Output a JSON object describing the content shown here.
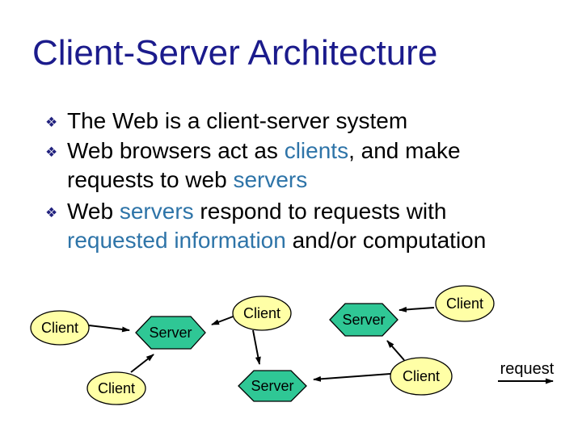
{
  "slide": {
    "title": "Client-Server Architecture",
    "bullets": [
      {
        "lines": [
          {
            "segments": [
              {
                "text": "The Web is a client-server system",
                "emphasis": false
              }
            ]
          }
        ]
      },
      {
        "lines": [
          {
            "segments": [
              {
                "text": "Web browsers act as ",
                "emphasis": false
              },
              {
                "text": "clients",
                "emphasis": true
              },
              {
                "text": ", and make",
                "emphasis": false
              }
            ]
          },
          {
            "segments": [
              {
                "text": "requests to web ",
                "emphasis": false
              },
              {
                "text": "servers",
                "emphasis": true
              }
            ]
          }
        ]
      },
      {
        "lines": [
          {
            "segments": [
              {
                "text": "Web ",
                "emphasis": false
              },
              {
                "text": "servers",
                "emphasis": true
              },
              {
                "text": " respond to requests with",
                "emphasis": false
              }
            ]
          },
          {
            "segments": [
              {
                "text": "requested information",
                "emphasis": true
              },
              {
                "text": " and/or computation",
                "emphasis": false
              }
            ]
          }
        ]
      }
    ],
    "bullet_marker_glyph": "❖",
    "diagram": {
      "nodes": [
        {
          "id": "client-1",
          "type": "client",
          "label": "Client"
        },
        {
          "id": "client-2",
          "type": "client",
          "label": "Client"
        },
        {
          "id": "client-3",
          "type": "client",
          "label": "Client"
        },
        {
          "id": "client-4",
          "type": "client",
          "label": "Client"
        },
        {
          "id": "client-5",
          "type": "client",
          "label": "Client"
        },
        {
          "id": "server-1",
          "type": "server",
          "label": "Server"
        },
        {
          "id": "server-2",
          "type": "server",
          "label": "Server"
        },
        {
          "id": "server-3",
          "type": "server",
          "label": "Server"
        }
      ],
      "edges": [
        {
          "from": "client-1",
          "to": "server-1"
        },
        {
          "from": "client-2",
          "to": "server-1"
        },
        {
          "from": "client-2",
          "to": "server-3"
        },
        {
          "from": "client-3",
          "to": "server-2"
        },
        {
          "from": "client-4",
          "to": "server-1"
        },
        {
          "from": "client-5",
          "to": "server-2"
        },
        {
          "from": "client-5",
          "to": "server-3"
        }
      ],
      "legend": {
        "label": "request"
      }
    }
  },
  "colors": {
    "title": "#1B1B8C",
    "bullet_marker": "#22227F",
    "emphasis": "#2E74A8",
    "body": "#000000",
    "client_fill": "#FFFFA6",
    "server_fill": "#2FC795",
    "shape_stroke": "#000000",
    "background": "#FFFFFF",
    "arrow": "#000000"
  }
}
